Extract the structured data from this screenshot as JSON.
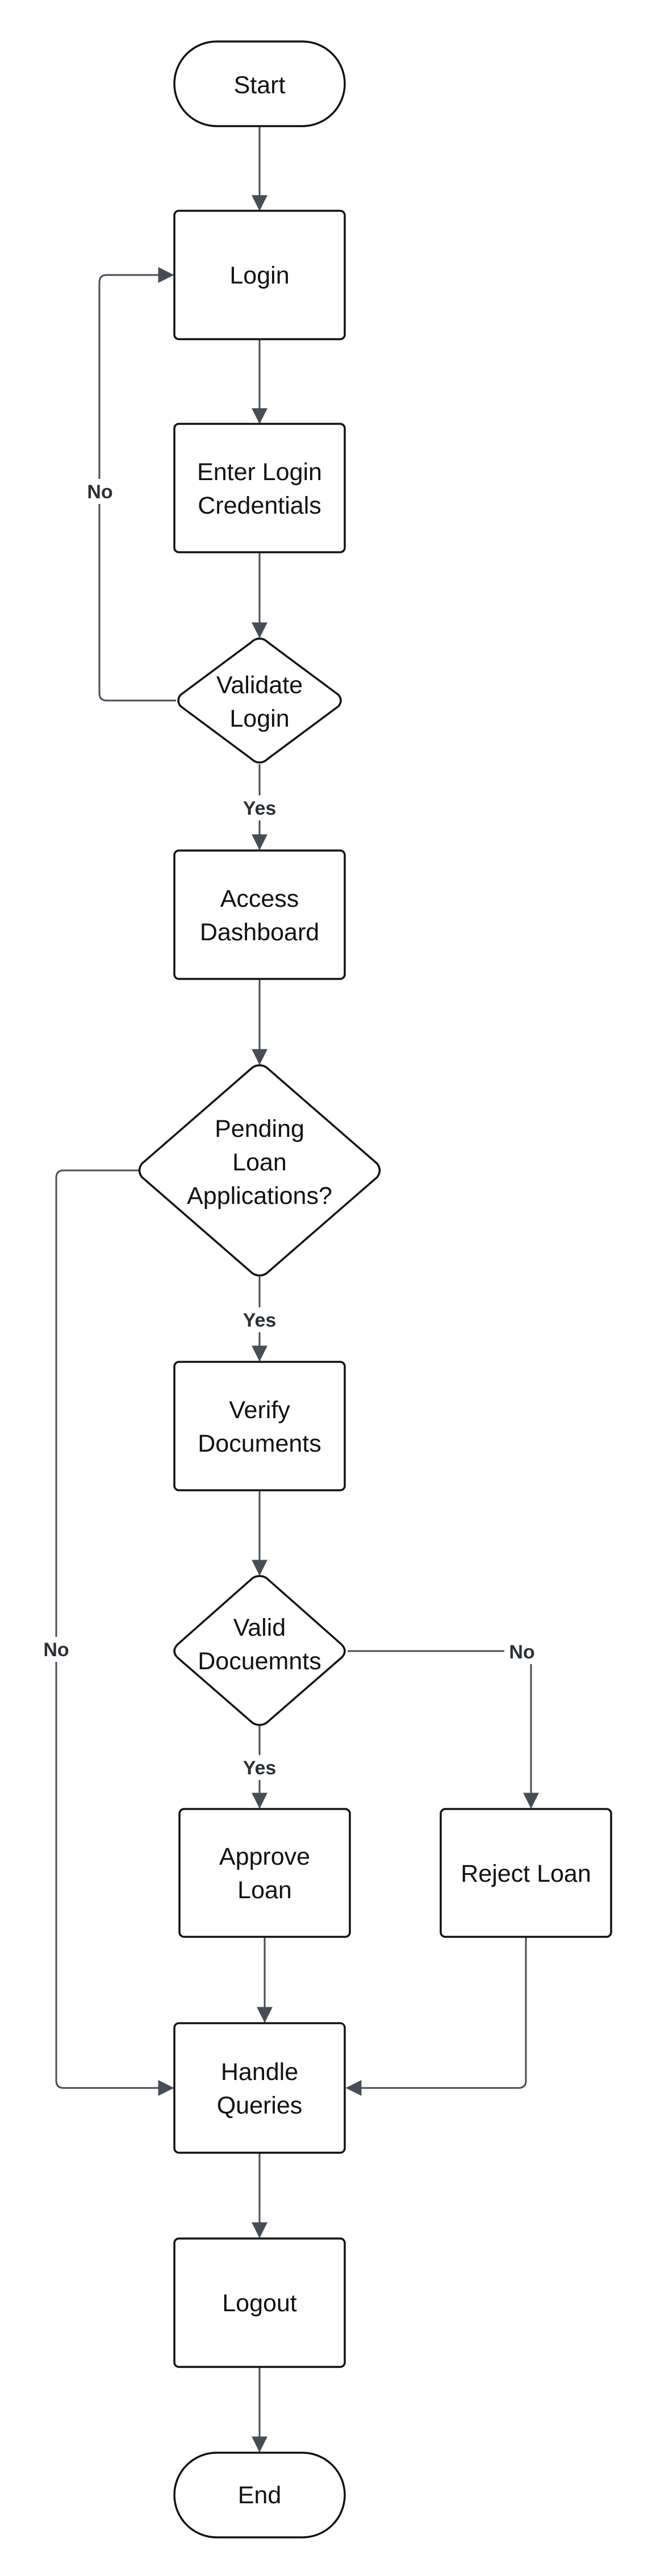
{
  "colors": {
    "stroke": "#111111",
    "edge": "#474d57",
    "background": "#ffffff",
    "text": "#111111"
  },
  "nodes": {
    "start": {
      "lines": [
        "Start"
      ]
    },
    "login": {
      "lines": [
        "Login"
      ]
    },
    "enter_credentials": {
      "lines": [
        "Enter Login",
        "Credentials"
      ]
    },
    "validate_login": {
      "lines": [
        "Validate",
        "Login"
      ]
    },
    "access_dashboard": {
      "lines": [
        "Access",
        "Dashboard"
      ]
    },
    "pending_applications": {
      "lines": [
        "Pending",
        "Loan",
        "Applications?"
      ]
    },
    "verify_documents": {
      "lines": [
        "Verify",
        "Documents"
      ]
    },
    "valid_documents": {
      "lines": [
        "Valid",
        "Docuemnts"
      ]
    },
    "approve_loan": {
      "lines": [
        "Approve",
        "Loan"
      ]
    },
    "reject_loan": {
      "lines": [
        "Reject Loan"
      ]
    },
    "handle_queries": {
      "lines": [
        "Handle",
        "Queries"
      ]
    },
    "logout": {
      "lines": [
        "Logout"
      ]
    },
    "end": {
      "lines": [
        "End"
      ]
    }
  },
  "edge_labels": {
    "validate_no": "No",
    "validate_yes": "Yes",
    "pending_yes": "Yes",
    "pending_no": "No",
    "valid_no": "No",
    "valid_yes": "Yes"
  }
}
